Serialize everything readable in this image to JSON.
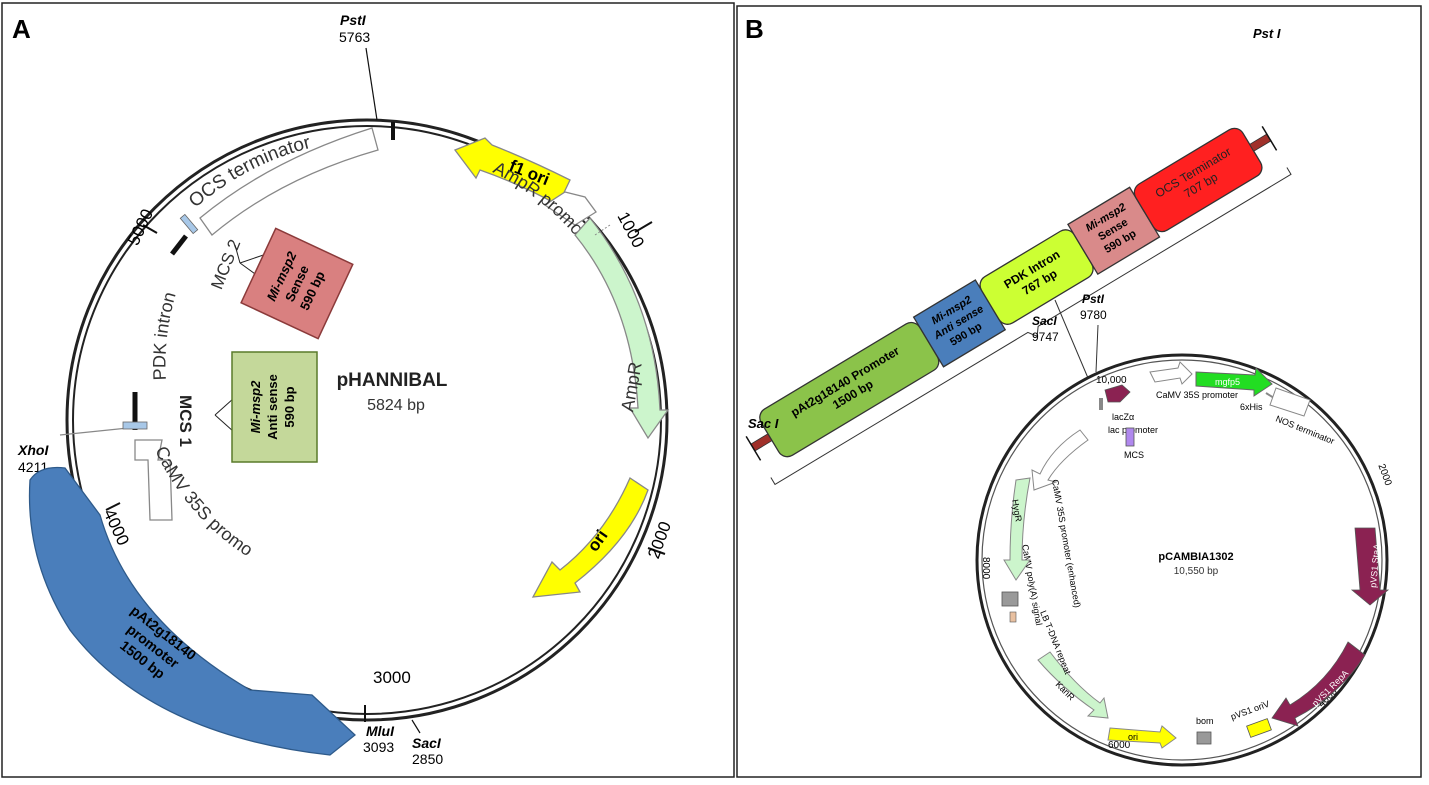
{
  "panel_a": {
    "letter": "A",
    "plasmid": {
      "name": "pHANNIBAL",
      "size": "5824 bp"
    },
    "ticks": {
      "t1000": "1000",
      "t2000": "2000",
      "t3000": "3000",
      "t4000": "4000",
      "t5000": "5000"
    },
    "sites": {
      "pstI": {
        "name": "PstI",
        "pos": "5763"
      },
      "xhoI": {
        "name": "XhoI",
        "pos": "4211"
      },
      "mluI": {
        "name": "MluI",
        "pos": "3093"
      },
      "sacI": {
        "name": "SacI",
        "pos": "2850"
      }
    },
    "features": {
      "ocs": "OCS terminator",
      "f1ori": "f1 ori",
      "ampr_promoter": "AmpR promoter",
      "ampr": "AmpR",
      "ori": "ori",
      "mcs2": "MCS 2",
      "mcs1": "MCS 1",
      "pdk": "PDK intron",
      "camv": "CaMV 35S promoter"
    },
    "sense_box": {
      "l1": "Mi-msp2",
      "l2": "Sense",
      "l3": "590 bp"
    },
    "antisense_box": {
      "l1": "Mi-msp2",
      "l2": "Anti sense",
      "l3": "590 bp"
    },
    "promoter_arc": {
      "l1": "pAt2g18140",
      "l2": "promoter",
      "l3": "1500 bp"
    }
  },
  "panel_b": {
    "letter": "B",
    "cassette": {
      "sacI_left": "Sac I",
      "pstI_right": "Pst I",
      "promoter": {
        "l1": "pAt2g18140 Promoter",
        "l2": "1500 bp"
      },
      "antisense": {
        "l1": "Mi-msp2",
        "l2": "Anti sense",
        "l3": "590 bp"
      },
      "pdk": {
        "l1": "PDK Intron",
        "l2": "767 bp"
      },
      "sense": {
        "l1": "Mi-msp2",
        "l2": "Sense",
        "l3": "590 bp"
      },
      "ocs": {
        "l1": "OCS Terminator",
        "l2": "707 bp"
      }
    },
    "sites": {
      "sacI": {
        "name": "SacI",
        "pos": "9747"
      },
      "pstI": {
        "name": "PstI",
        "pos": "9780"
      }
    },
    "plasmid": {
      "name": "pCAMBIA1302",
      "size": "10,550 bp"
    },
    "ticks": {
      "t10000": "10,000",
      "t2000": "2000",
      "t4000": "4000",
      "t6000": "6000",
      "t8000": "8000"
    },
    "features": {
      "lacZa": "lacZα",
      "lac_promoter": "lac promoter",
      "mcs": "MCS",
      "camv35s": "CaMV 35S promoter",
      "mgfp5": "mgfp5",
      "his": "6xHis",
      "nos": "NOS terminator",
      "stab": "pVS1 StaA",
      "repa": "pVS1 RepA",
      "oriv": "pVS1 oriV",
      "bom": "bom",
      "ori": "ori",
      "kanr": "KanR",
      "lb": "LB T-DNA repeat",
      "polya": "CaMV poly(A) signal",
      "camv_enh": "CaMV 35S promoter (enhanced)",
      "hygr": "HygR"
    }
  },
  "colors": {
    "sense": "#d98080",
    "antisense": "#c4d89a",
    "promoter_blue": "#4a7ebb",
    "yellow": "#ffff00",
    "light_green": "#ccf5cc",
    "green_cassette": "#8bc34a",
    "pdk_green": "#ccff33",
    "ocs_red": "#ff2020",
    "maroon": "#8b2252",
    "gfp_green": "#22dd22"
  }
}
